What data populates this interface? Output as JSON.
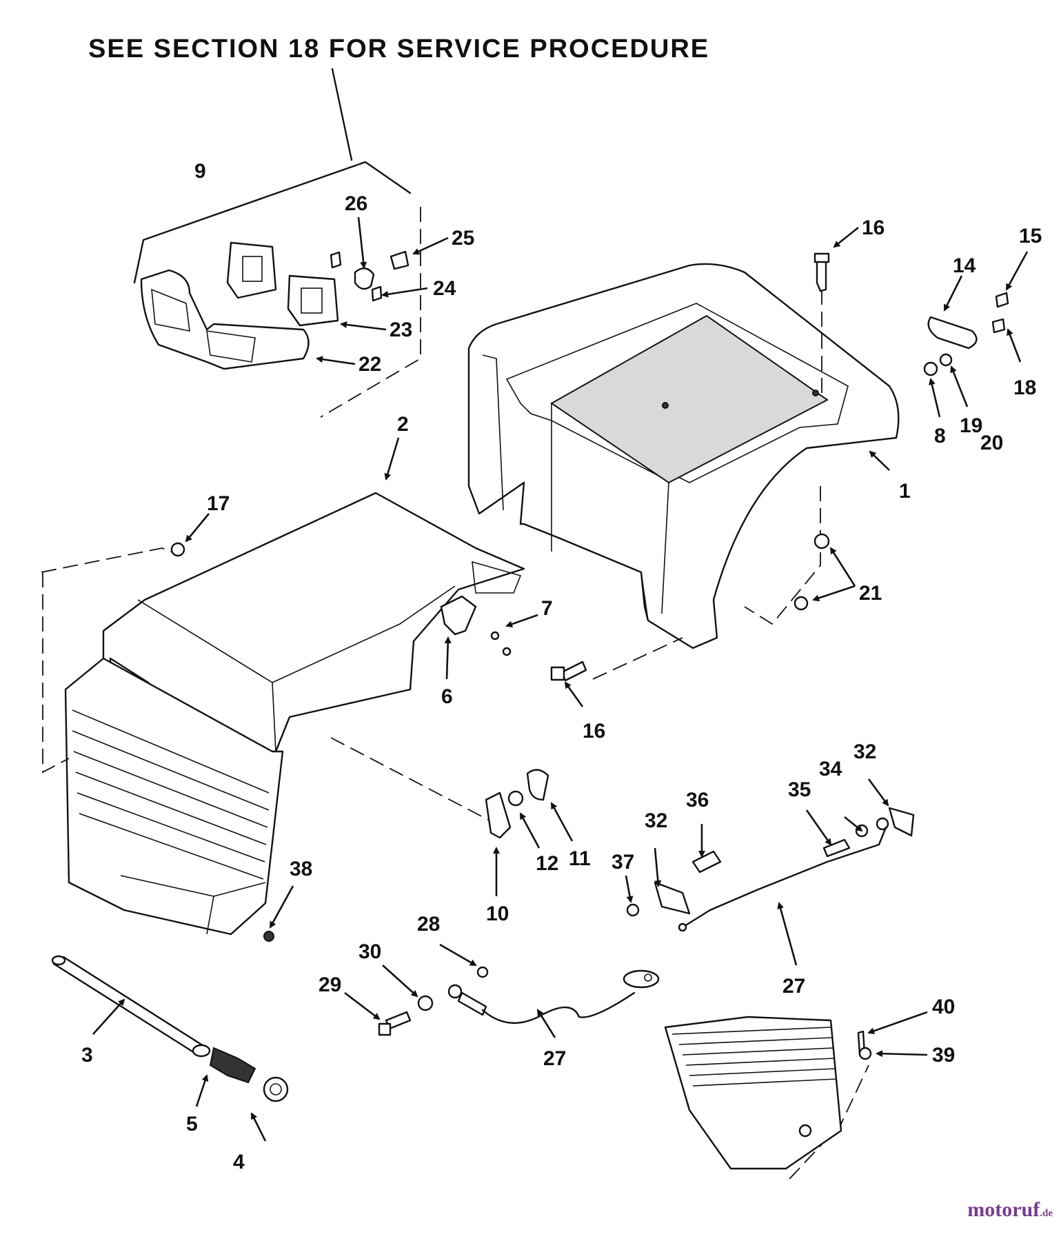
{
  "heading": "SEE SECTION 18 FOR SERVICE PROCEDURE",
  "watermark": {
    "brand": "motoruf",
    "suffix": ".de"
  },
  "callouts": [
    {
      "id": "c1",
      "text": "1"
    },
    {
      "id": "c2",
      "text": "2"
    },
    {
      "id": "c3",
      "text": "3"
    },
    {
      "id": "c4",
      "text": "4"
    },
    {
      "id": "c5",
      "text": "5"
    },
    {
      "id": "c6",
      "text": "6"
    },
    {
      "id": "c7",
      "text": "7"
    },
    {
      "id": "c8",
      "text": "8"
    },
    {
      "id": "c9",
      "text": "9"
    },
    {
      "id": "c10",
      "text": "10"
    },
    {
      "id": "c11",
      "text": "11"
    },
    {
      "id": "c12",
      "text": "12"
    },
    {
      "id": "c14",
      "text": "14"
    },
    {
      "id": "c15",
      "text": "15"
    },
    {
      "id": "c16a",
      "text": "16"
    },
    {
      "id": "c16b",
      "text": "16"
    },
    {
      "id": "c17",
      "text": "17"
    },
    {
      "id": "c18",
      "text": "18"
    },
    {
      "id": "c19",
      "text": "19"
    },
    {
      "id": "c20",
      "text": "20"
    },
    {
      "id": "c21",
      "text": "21"
    },
    {
      "id": "c22",
      "text": "22"
    },
    {
      "id": "c23",
      "text": "23"
    },
    {
      "id": "c24",
      "text": "24"
    },
    {
      "id": "c25",
      "text": "25"
    },
    {
      "id": "c26",
      "text": "26"
    },
    {
      "id": "c27a",
      "text": "27"
    },
    {
      "id": "c27b",
      "text": "27"
    },
    {
      "id": "c28",
      "text": "28"
    },
    {
      "id": "c29",
      "text": "29"
    },
    {
      "id": "c30",
      "text": "30"
    },
    {
      "id": "c32a",
      "text": "32"
    },
    {
      "id": "c32b",
      "text": "32"
    },
    {
      "id": "c34",
      "text": "34"
    },
    {
      "id": "c35",
      "text": "35"
    },
    {
      "id": "c36",
      "text": "36"
    },
    {
      "id": "c37",
      "text": "37"
    },
    {
      "id": "c38",
      "text": "38"
    },
    {
      "id": "c39",
      "text": "39"
    },
    {
      "id": "c40",
      "text": "40"
    }
  ]
}
